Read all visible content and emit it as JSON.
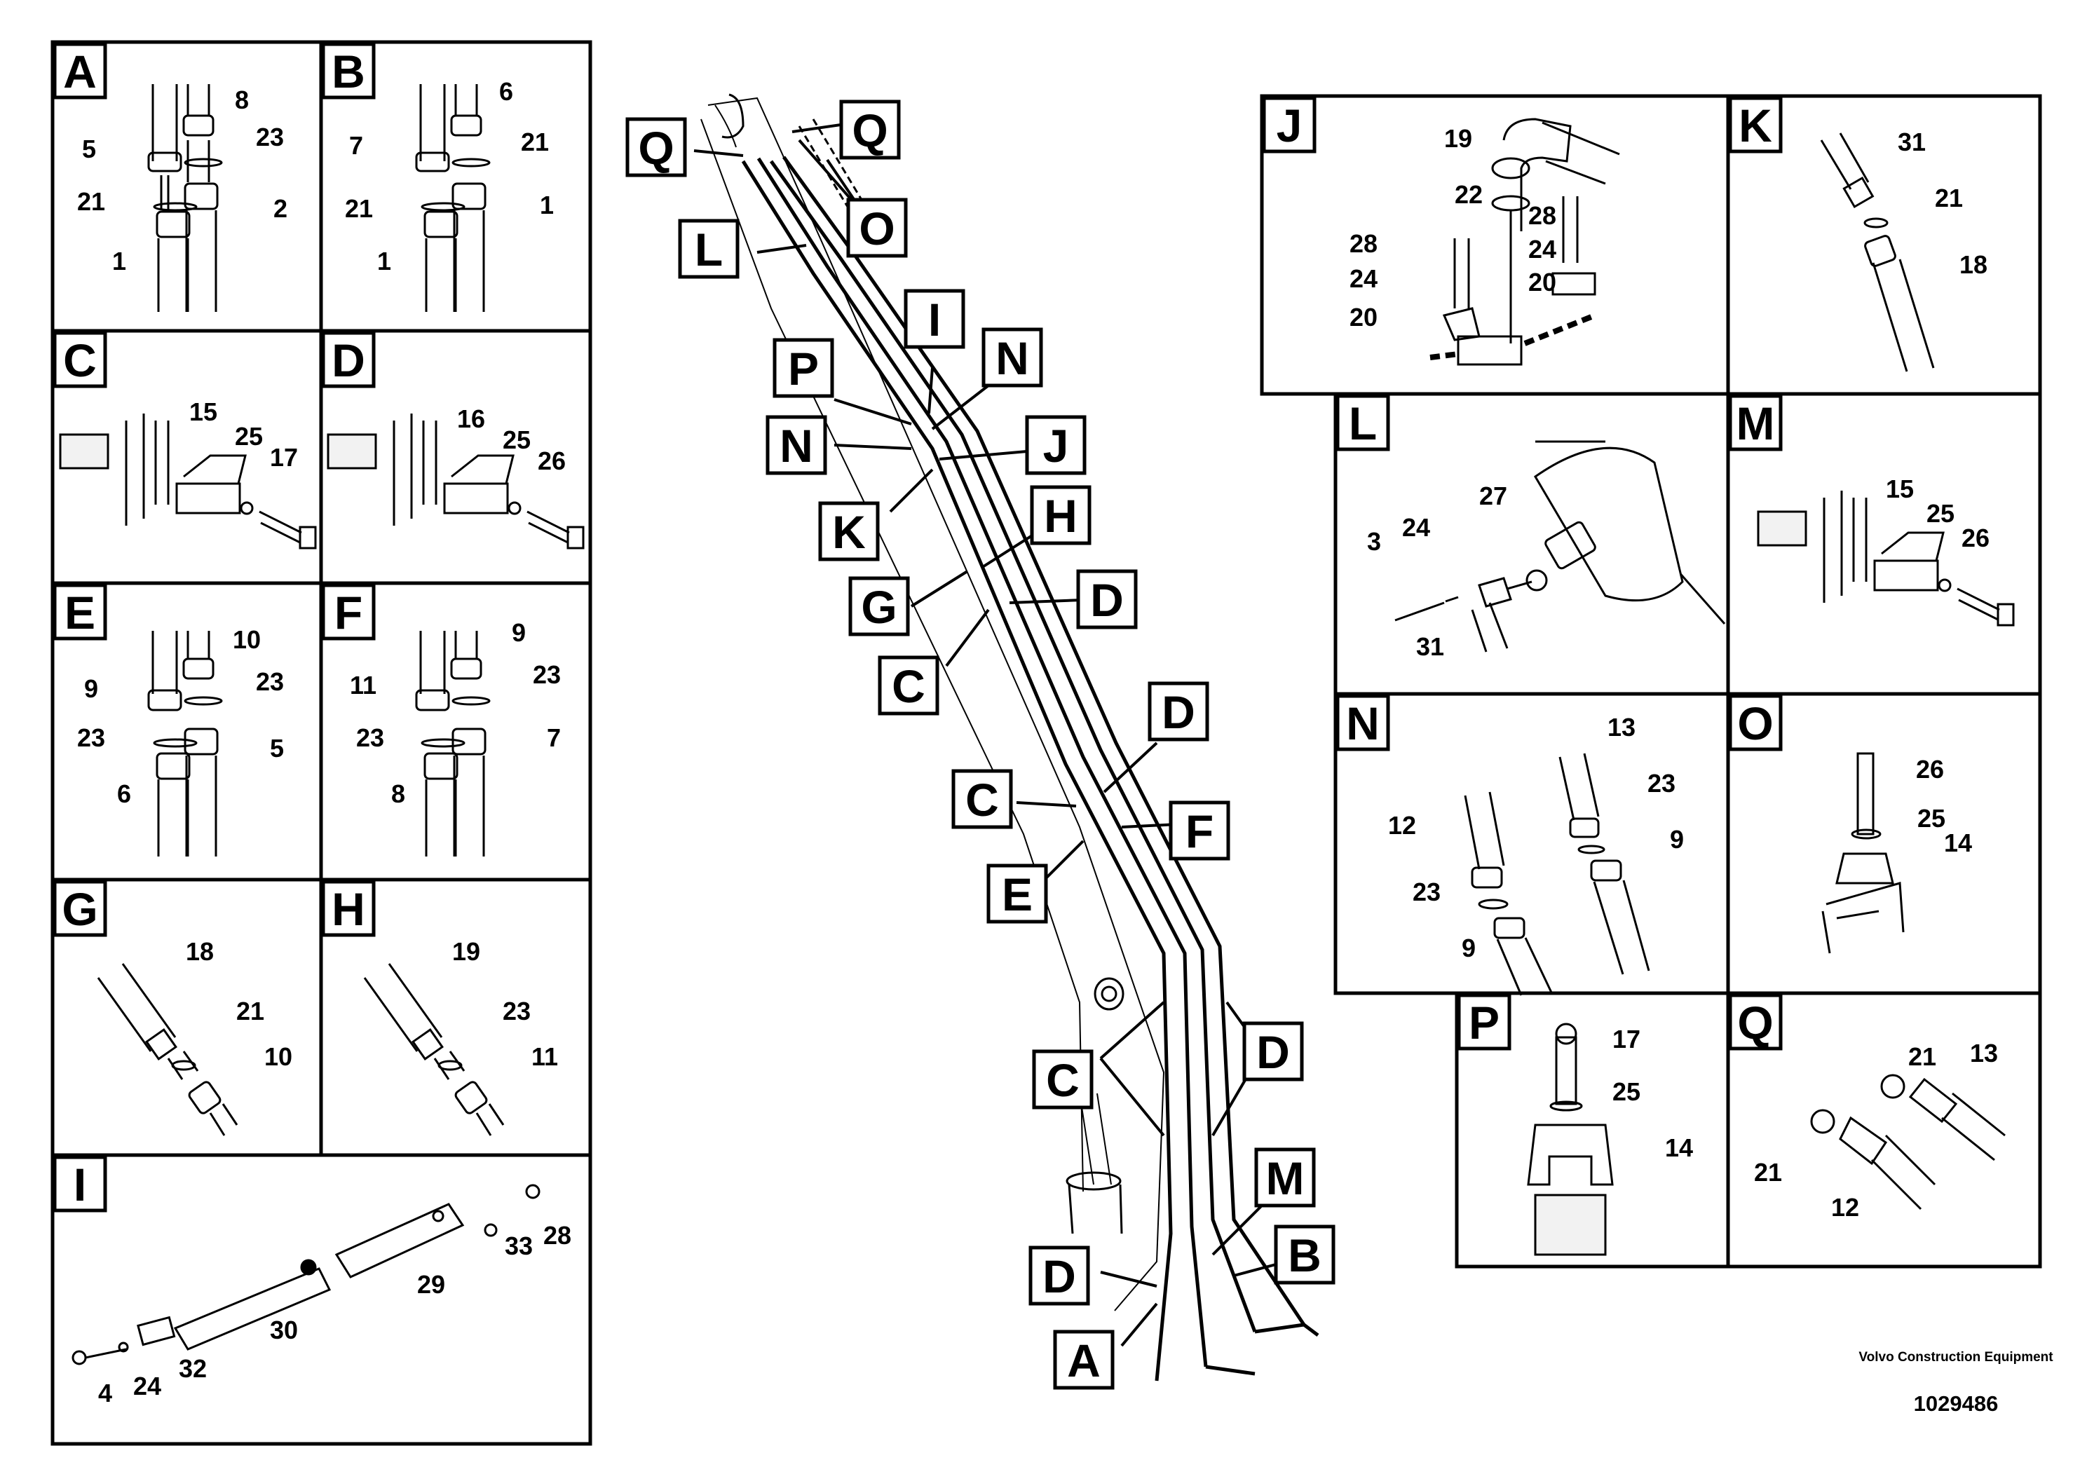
{
  "panels": [
    {
      "id": "A",
      "parts": [
        "8",
        "5",
        "23",
        "21",
        "2",
        "1"
      ]
    },
    {
      "id": "B",
      "parts": [
        "6",
        "7",
        "21",
        "21",
        "1",
        "1"
      ]
    },
    {
      "id": "C",
      "parts": [
        "15",
        "25",
        "17"
      ]
    },
    {
      "id": "D",
      "parts": [
        "16",
        "25",
        "26"
      ]
    },
    {
      "id": "E",
      "parts": [
        "10",
        "9",
        "23",
        "23",
        "5",
        "6"
      ]
    },
    {
      "id": "F",
      "parts": [
        "9",
        "11",
        "23",
        "23",
        "7",
        "8"
      ]
    },
    {
      "id": "G",
      "parts": [
        "18",
        "21",
        "10"
      ]
    },
    {
      "id": "H",
      "parts": [
        "19",
        "23",
        "11"
      ]
    },
    {
      "id": "I",
      "parts": [
        "28",
        "33",
        "29",
        "30",
        "32",
        "24",
        "4"
      ]
    },
    {
      "id": "J",
      "parts": [
        "19",
        "22",
        "28",
        "28",
        "24",
        "24",
        "20",
        "20"
      ]
    },
    {
      "id": "K",
      "parts": [
        "31",
        "21",
        "18"
      ]
    },
    {
      "id": "L",
      "parts": [
        "27",
        "3",
        "24",
        "31"
      ]
    },
    {
      "id": "M",
      "parts": [
        "15",
        "25",
        "26"
      ]
    },
    {
      "id": "N",
      "parts": [
        "13",
        "23",
        "12",
        "9",
        "23",
        "9"
      ]
    },
    {
      "id": "O",
      "parts": [
        "26",
        "25",
        "14"
      ]
    },
    {
      "id": "P",
      "parts": [
        "17",
        "25",
        "14"
      ]
    },
    {
      "id": "Q",
      "parts": [
        "21",
        "13",
        "21",
        "12"
      ]
    }
  ],
  "callouts": [
    "Q",
    "Q",
    "O",
    "L",
    "I",
    "P",
    "N",
    "N",
    "J",
    "K",
    "H",
    "G",
    "D",
    "C",
    "D",
    "C",
    "F",
    "E",
    "C",
    "D",
    "M",
    "B",
    "D",
    "A"
  ],
  "footer": {
    "brand": "Volvo Construction Equipment",
    "document_number": "1029486"
  }
}
